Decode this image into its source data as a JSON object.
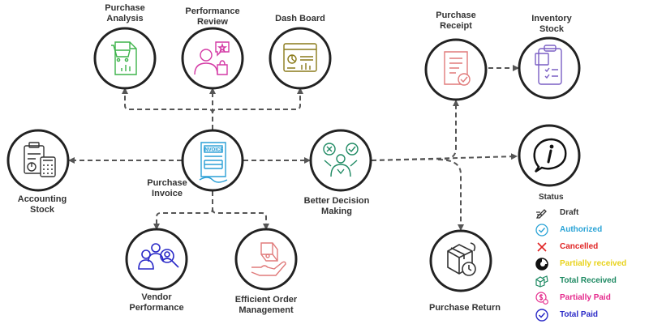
{
  "nodes": {
    "purchase_analysis": {
      "label": [
        "Purchase",
        "Analysis"
      ]
    },
    "performance_review": {
      "label": [
        "Performance",
        "Review"
      ]
    },
    "dash_board": {
      "label": [
        "Dash Board"
      ]
    },
    "purchase_receipt": {
      "label": [
        "Purchase",
        "Receipt"
      ]
    },
    "inventory_stock": {
      "label": [
        "Inventory",
        "Stock"
      ]
    },
    "accounting_stock": {
      "label": [
        "Accounting",
        "Stock"
      ]
    },
    "purchase_invoice": {
      "label": [
        "Purchase",
        "Invoice"
      ],
      "icon_text": "INVOICE"
    },
    "better_decision_making": {
      "label": [
        "Better Decision",
        "Making"
      ]
    },
    "status": {
      "label": [
        "Status"
      ]
    },
    "vendor_performance": {
      "label": [
        "Vendor",
        "Performance"
      ]
    },
    "efficient_order_management": {
      "label": [
        "Efficient Order",
        "Management"
      ]
    },
    "purchase_return": {
      "label": [
        "Purchase Return"
      ]
    }
  },
  "legend": {
    "items": [
      {
        "label": "Draft",
        "color": "#333333",
        "icon": "pen-icon"
      },
      {
        "label": "Authorized",
        "color": "#29a3d6",
        "icon": "check-circle-icon"
      },
      {
        "label": "Cancelled",
        "color": "#e02424",
        "icon": "x-icon"
      },
      {
        "label": "Partially received",
        "color": "#e8d21a",
        "icon": "half-circle-icon"
      },
      {
        "label": "Total Received",
        "color": "#1f8a63",
        "icon": "boxes-icon"
      },
      {
        "label": "Partially Paid",
        "color": "#e5298c",
        "icon": "dollar-coin-icon"
      },
      {
        "label": "Total Paid",
        "color": "#2a29c7",
        "icon": "check-circle-icon"
      }
    ]
  },
  "colors": {
    "connector": "#555555",
    "node_border": "#222222",
    "purchase_analysis": "#3db34a",
    "performance_review": "#d43aa5",
    "dash_board": "#8a7a1a",
    "purchase_receipt": "#e07a7a",
    "inventory_stock": "#7a5fc4",
    "accounting_stock": "#333333",
    "purchase_invoice": "#2a9fd6",
    "better_decision_making": "#1f8a63",
    "status": "#111111",
    "vendor_performance": "#2a29c7",
    "efficient_order_management": "#e07a7a",
    "purchase_return": "#333333"
  }
}
